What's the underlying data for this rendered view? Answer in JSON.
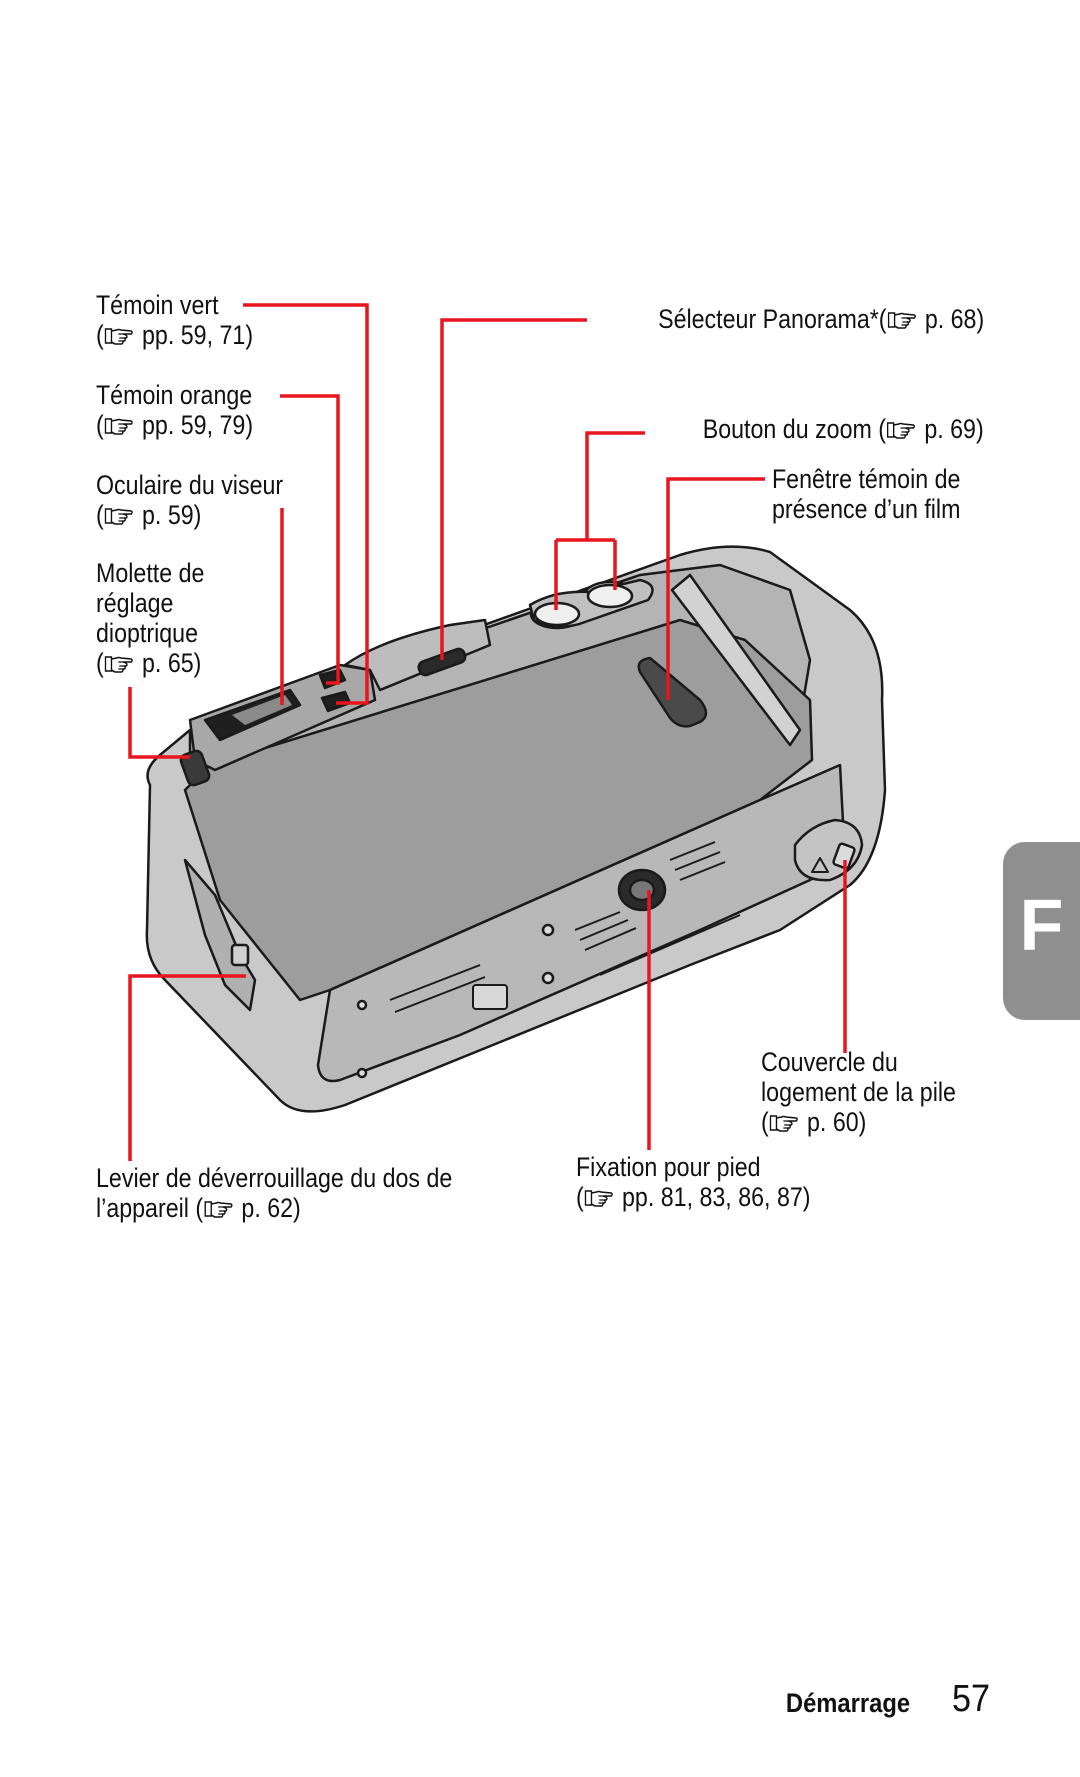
{
  "callouts": {
    "temoin_vert": {
      "line1": "Témoin vert",
      "ref": "pp. 59, 71"
    },
    "temoin_orange": {
      "line1": "Témoin orange",
      "ref": "pp. 59, 79"
    },
    "oculaire": {
      "line1": "Oculaire du viseur",
      "ref": "p. 59"
    },
    "molette": {
      "line1": "Molette de",
      "line2": "réglage",
      "line3": "dioptrique",
      "ref": "p. 65"
    },
    "panorama": {
      "text": "Sélecteur Panorama*(",
      "ref": "p. 68)"
    },
    "zoom": {
      "text": "Bouton du zoom (",
      "ref": "p. 69)"
    },
    "fenetre": {
      "line1": "Fenêtre témoin de",
      "line2": "présence d’un film"
    },
    "couvercle": {
      "line1": "Couvercle du",
      "line2": "logement de la pile",
      "ref": "p. 60)"
    },
    "fixation": {
      "line1": "Fixation pour pied",
      "ref": "pp. 81, 83, 86, 87)"
    },
    "levier": {
      "line1": "Levier de déverrouillage du dos de",
      "line2_prefix": "l’appareil (",
      "ref": "p. 62)"
    }
  },
  "side_tab": {
    "letter": "F"
  },
  "footer": {
    "section": "Démarrage",
    "page_number": "57"
  },
  "colors": {
    "leader_line": "#e8141e",
    "tab": "#8f8f8f",
    "camera_body": "#c8c8c8",
    "camera_outline": "#1a1a1a"
  },
  "icons": [
    "pointing-hand-icon"
  ]
}
